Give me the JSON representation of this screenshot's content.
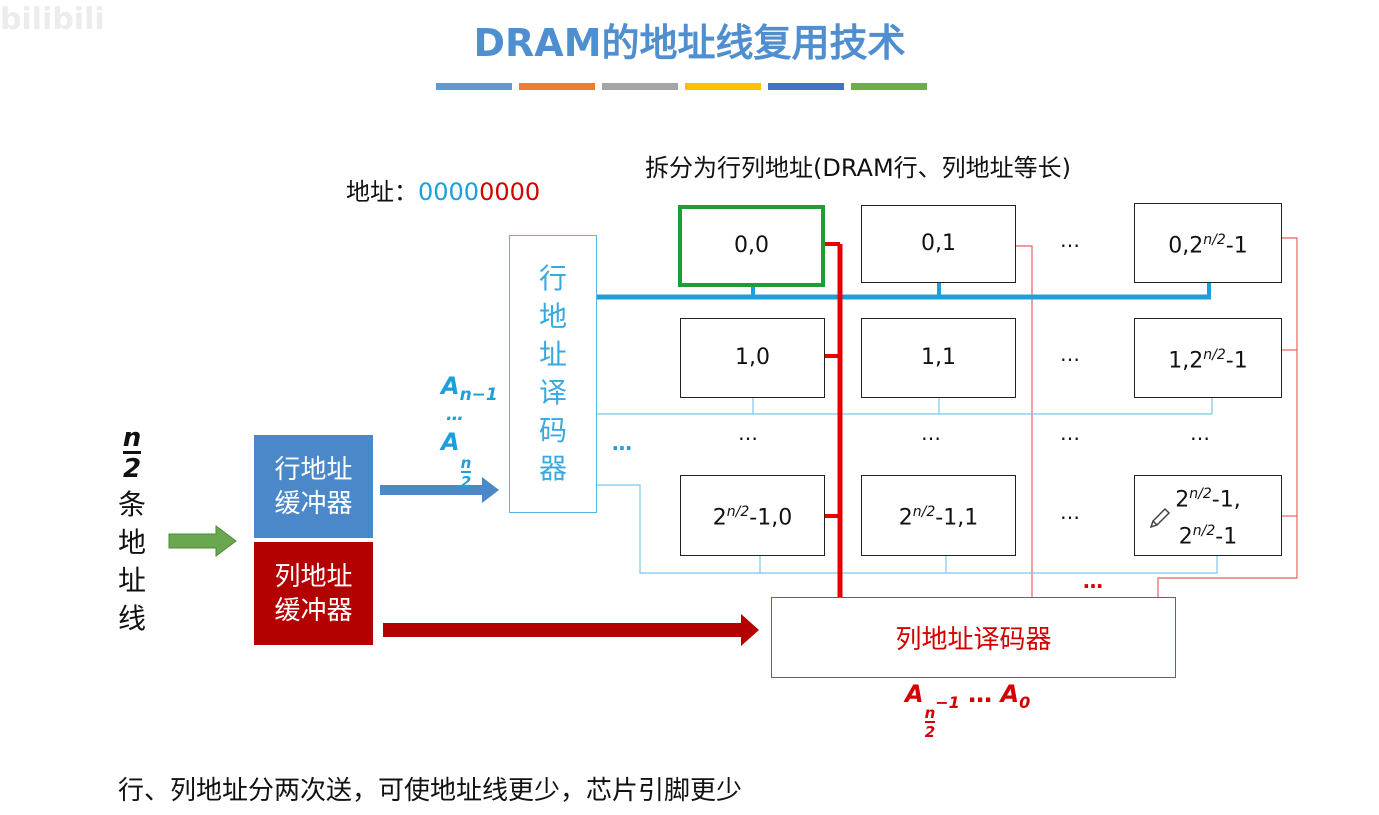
{
  "title": "DRAM的地址线复用技术",
  "watermark": "bilibili",
  "accent_bars": [
    "#5b9bd5",
    "#ed7d31",
    "#a5a5a5",
    "#ffc000",
    "#4472c4",
    "#70ad47"
  ],
  "address": {
    "label": "地址：",
    "high_bits": "0000",
    "low_bits": "0000"
  },
  "split_label": "拆分为行列地址(DRAM行、列地址等长)",
  "cells": {
    "r0c0": "0,0",
    "r0c1": "0,1",
    "r0c3_base": "0,2",
    "r1c0": "1,0",
    "r1c1": "1,1",
    "r1c3_base": "1,2",
    "r3c0_tail": "-1,0",
    "r3c1_tail": "-1,1",
    "r3c3_line1_tail": "-1,",
    "r3c3_line2_tail": "-1",
    "base2": "2",
    "exp": "n/2",
    "minus_one": "-1",
    "ellipsis": "…"
  },
  "row_decoder": {
    "chars": [
      "行",
      "地",
      "址",
      "译",
      "码",
      "器"
    ]
  },
  "column_decoder": {
    "label": "列地址译码器"
  },
  "row_buffer": {
    "line1": "行地址",
    "line2": "缓冲器"
  },
  "col_buffer": {
    "line1": "列地址",
    "line2": "缓冲器"
  },
  "n_label": {
    "num": "n",
    "den": "2",
    "chars": [
      "条",
      "地",
      "址",
      "线"
    ]
  },
  "row_addr_bits": {
    "top": "A",
    "top_sub": "n−1",
    "mid": "…",
    "bottom": "A",
    "bottom_sub_num": "n",
    "bottom_sub_den": "2"
  },
  "col_addr_bits": {
    "left": "A",
    "left_sub_num": "n",
    "left_sub_den": "2",
    "left_sub_tail": "−1",
    "sep": " … ",
    "right": "A",
    "right_sub": "0"
  },
  "note": "行、列地址分两次送，可使地址线更少，芯片引脚更少",
  "colors": {
    "title": "#4f8ecf",
    "row_line": "#1ca0dc",
    "col_line": "#e60000",
    "highlight": "#1a9e3a",
    "row_buffer": "#4a88c9",
    "col_buffer": "#b30000",
    "arrow_green": "#6aa84f"
  }
}
